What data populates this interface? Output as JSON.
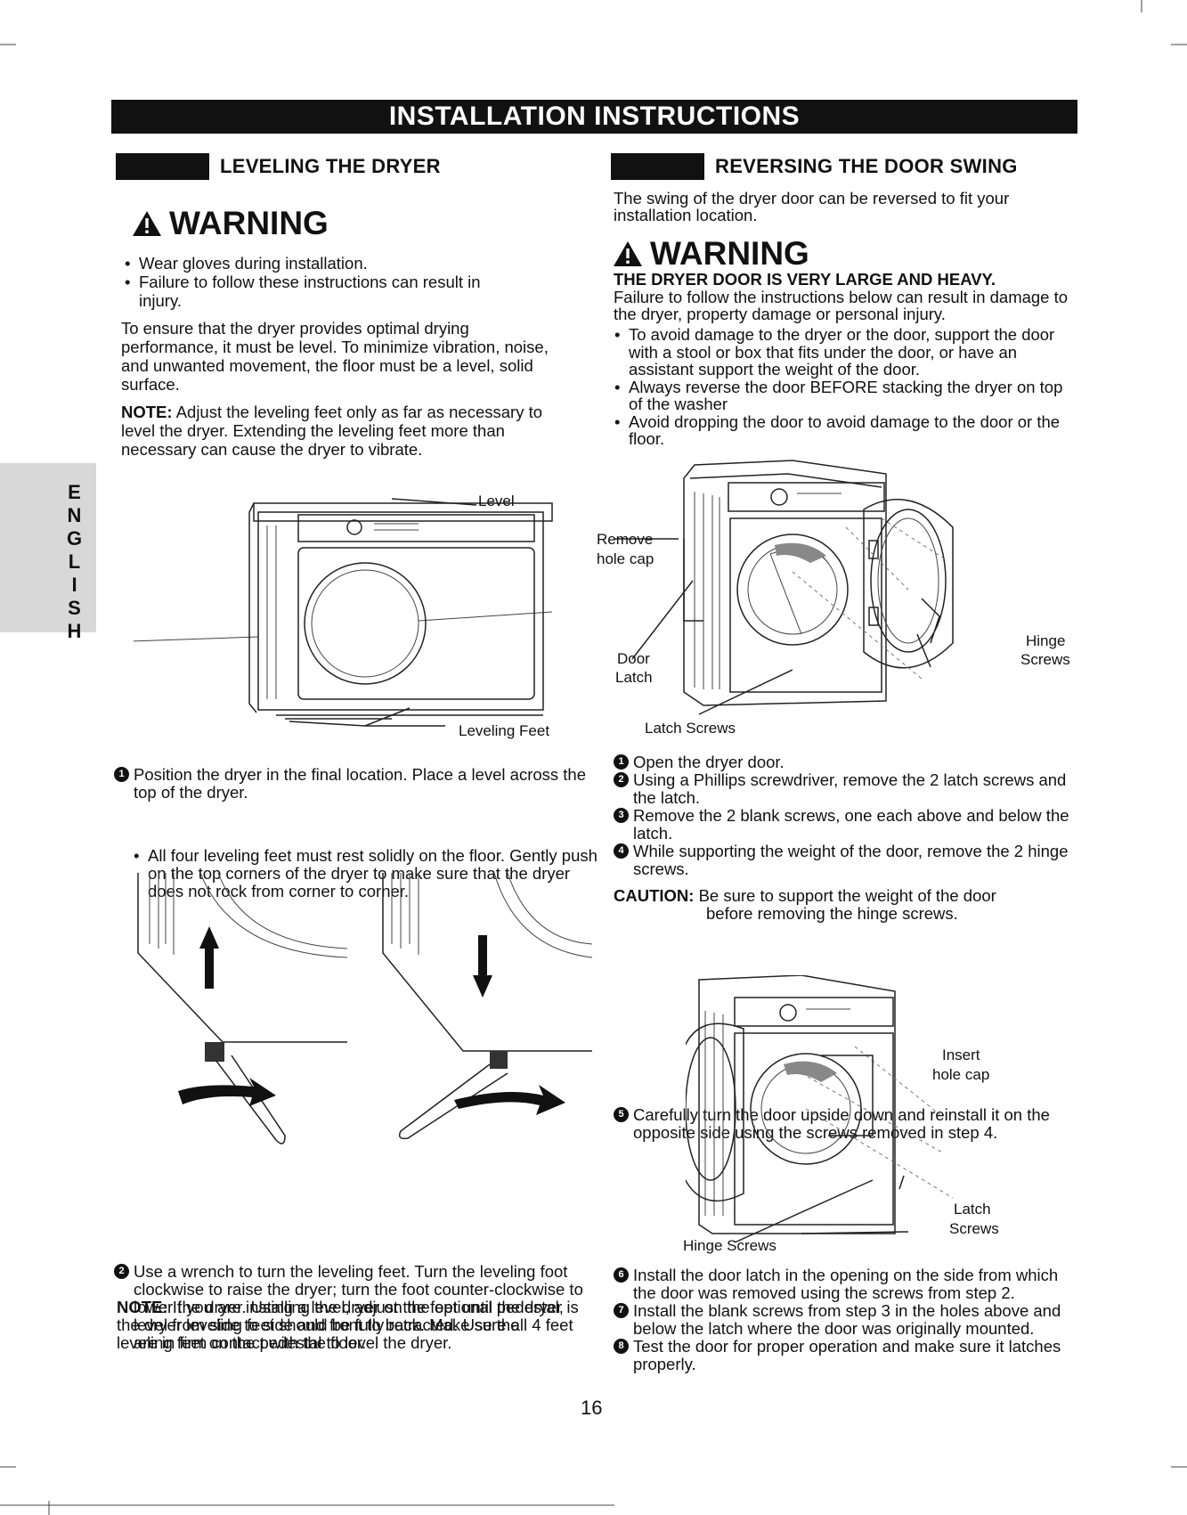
{
  "banner": "INSTALLATION INSTRUCTIONS",
  "side_tab": "ENGLISH",
  "page_number": "16",
  "left": {
    "heading": "LEVELING THE DRYER",
    "warning_title": "WARNING",
    "warning_bullets": [
      "Wear gloves during installation.",
      "Failure to follow these instructions can result in injury."
    ],
    "intro": "To ensure that the dryer provides optimal drying performance, it must be level. To minimize vibration, noise, and unwanted movement, the floor must be a level, solid surface.",
    "note1_label": "NOTE:",
    "note1_text": "Adjust the leveling feet only as far as necessary to level the dryer. Extending the leveling feet more than necessary can cause the dryer to vibrate.",
    "fig_level_label": "Level",
    "fig_feet_label": "Leveling Feet",
    "step1_num": "1",
    "step1_text": "Position the dryer in the final location. Place a level across the top of the dryer.",
    "step1_sub": "All four leveling feet must rest solidly on the floor. Gently push on the top corners of the dryer to make sure that the dryer does not rock from corner to corner.",
    "step2_num": "2",
    "step2_text": "Use a wrench to turn the leveling feet. Turn the leveling foot clockwise to raise the dryer; turn the foot counter-clockwise to lower the dryer. Using a level, adjust the feet until the dryer is level from side to side and front to back. Make sure all 4 feet are in firm contact with the floor.",
    "note2_label": "NOTE:",
    "note2_text": "If you are installing the dryer on the optional pedestal, the dryer leveling feet should be fully retracted. Use the leveling feet on the pedestal to level the dryer."
  },
  "right": {
    "heading": "REVERSING THE DOOR SWING",
    "intro": "The swing of the dryer door can be reversed to fit your installation location.",
    "warning_title": "WARNING",
    "warning_subtitle": "THE DRYER DOOR IS VERY LARGE AND HEAVY.",
    "warning_text": "Failure to follow the instructions below can result in damage to the dryer, property damage or personal injury.",
    "warning_bullets": [
      "To avoid damage to the dryer or the door, support the door with a stool or box that fits under the door, or have an assistant support the weight of the door.",
      "Always reverse the door BEFORE stacking the dryer on top of the washer",
      "Avoid dropping the door to avoid damage to the door or the floor."
    ],
    "fig1_labels": {
      "remove_cap_1": "Remove",
      "remove_cap_2": "hole cap",
      "door_latch_1": "Door",
      "door_latch_2": "Latch",
      "latch_screws": "Latch Screws",
      "hinge_screws_1": "Hinge",
      "hinge_screws_2": "Screws"
    },
    "steps": [
      {
        "num": "1",
        "text": "Open the dryer door."
      },
      {
        "num": "2",
        "text": "Using a Phillips screwdriver, remove the 2 latch screws and the latch."
      },
      {
        "num": "3",
        "text": "Remove the 2 blank screws, one each above and below the latch."
      },
      {
        "num": "4",
        "text": "While supporting the weight of the door, remove the 2 hinge screws."
      }
    ],
    "caution_label": "CAUTION:",
    "caution_text_1": "Be sure to support the weight of the door",
    "caution_text_2": "before removing the hinge screws.",
    "step5": {
      "num": "5",
      "text": "Carefully turn the door upside down and reinstall it on the opposite side using the screws removed in step 4."
    },
    "fig2_labels": {
      "insert_cap_1": "Insert",
      "insert_cap_2": "hole cap",
      "latch_screws_1": "Latch",
      "latch_screws_2": "Screws",
      "hinge_screws": "Hinge Screws"
    },
    "steps_b": [
      {
        "num": "6",
        "text": "Install the door latch in the opening on the side from which the door was removed using the screws from step 2."
      },
      {
        "num": "7",
        "text": "Install the blank screws from step 3 in the holes above and below the latch where the door was originally mounted."
      },
      {
        "num": "8",
        "text": "Test the door for proper operation and make sure it latches properly."
      }
    ]
  }
}
